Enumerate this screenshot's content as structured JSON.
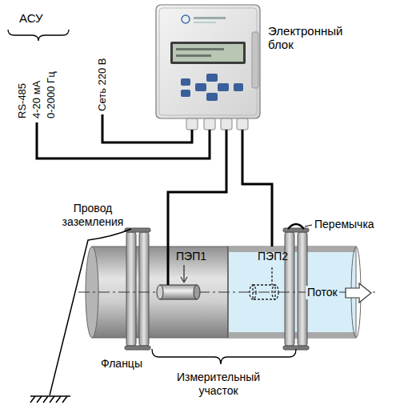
{
  "diagram": {
    "labels": [
      "АСУ",
      "RS-485",
      "4-20 мА",
      "0-2000 Гц",
      "Сеть 220 В",
      "Электронный блок",
      "Провод заземления",
      "Перемычка",
      "ПЭП1",
      "ПЭП2",
      "Поток",
      "Фланцы",
      "Измерительный участок"
    ]
  }
}
